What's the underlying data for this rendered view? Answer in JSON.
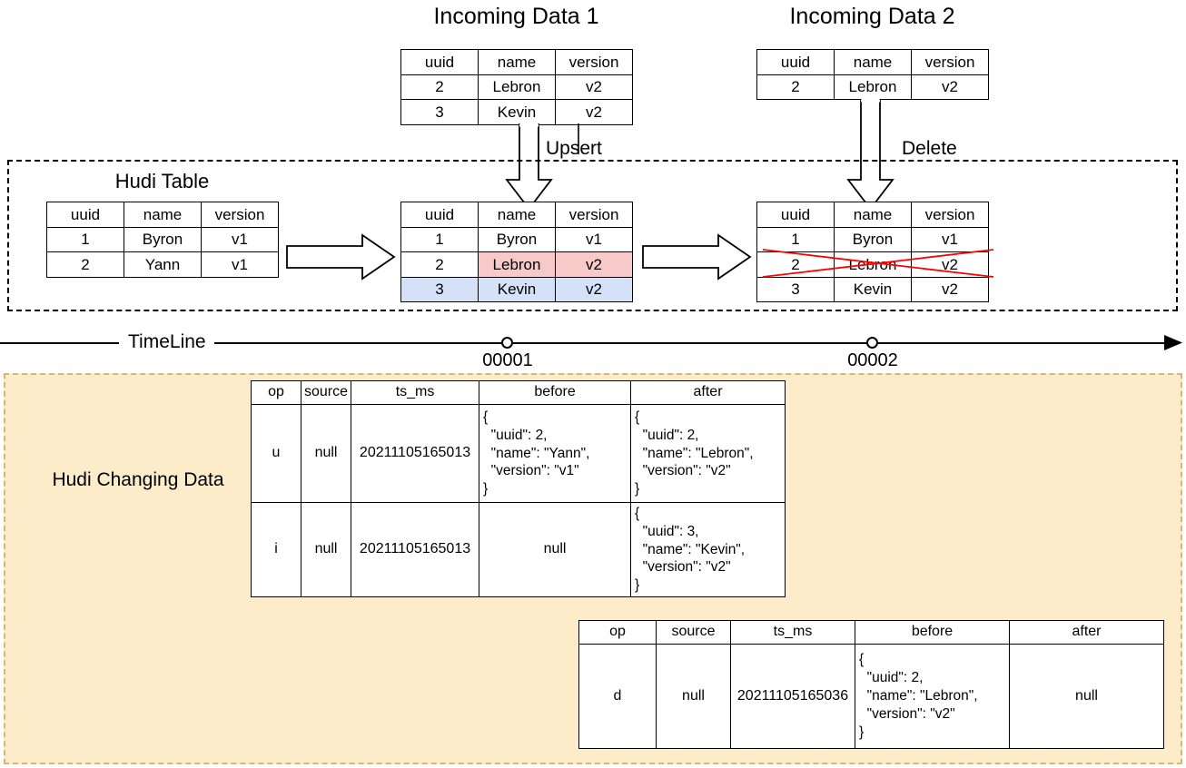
{
  "diagram": {
    "title_incoming_1": "Incoming Data 1",
    "title_incoming_2": "Incoming Data 2",
    "hudi_table_title": "Hudi Table",
    "upsert_label": "Upsert",
    "delete_label": "Delete",
    "timeline_label": "TimeLine",
    "cdc_region_label": "Hudi Changing Data",
    "colors": {
      "updated_row": "#f7c9c9",
      "inserted_row": "#d4e1f6",
      "deleted_strike": "#ff0000",
      "cdc_background": "#fcecc9",
      "cdc_border": "#d6b774"
    }
  },
  "tables": {
    "headers": [
      "uuid",
      "name",
      "version"
    ],
    "incoming_1": [
      [
        "2",
        "Lebron",
        "v2"
      ],
      [
        "3",
        "Kevin",
        "v2"
      ]
    ],
    "incoming_2": [
      [
        "2",
        "Lebron",
        "v2"
      ]
    ],
    "hudi_initial": [
      [
        "1",
        "Byron",
        "v1"
      ],
      [
        "2",
        "Yann",
        "v1"
      ]
    ],
    "hudi_after_upsert": [
      [
        "1",
        "Byron",
        "v1"
      ],
      [
        "2",
        "Lebron",
        "v2"
      ],
      [
        "3",
        "Kevin",
        "v2"
      ]
    ],
    "hudi_after_delete": [
      [
        "1",
        "Byron",
        "v1"
      ],
      [
        "2",
        "Lebron",
        "v2"
      ],
      [
        "3",
        "Kevin",
        "v2"
      ]
    ]
  },
  "timeline": {
    "commits": [
      {
        "id": "00001"
      },
      {
        "id": "00002"
      }
    ]
  },
  "cdc": {
    "headers": [
      "op",
      "source",
      "ts_ms",
      "before",
      "after"
    ],
    "commit_1_rows": [
      {
        "op": "u",
        "source": "null",
        "ts_ms": "20211105165013",
        "before": "{\n  \"uuid\": 2,\n  \"name\": \"Yann\",\n  \"version\": \"v1\"\n}",
        "after": "{\n  \"uuid\": 2,\n  \"name\": \"Lebron\",\n  \"version\": \"v2\"\n}"
      },
      {
        "op": "i",
        "source": "null",
        "ts_ms": "20211105165013",
        "before": "null",
        "after": "{\n  \"uuid\": 3,\n  \"name\": \"Kevin\",\n  \"version\": \"v2\"\n}"
      }
    ],
    "commit_2_rows": [
      {
        "op": "d",
        "source": "null",
        "ts_ms": "20211105165036",
        "before": "{\n  \"uuid\": 2,\n  \"name\": \"Lebron\",\n  \"version\": \"v2\"\n}",
        "after": "null"
      }
    ]
  }
}
